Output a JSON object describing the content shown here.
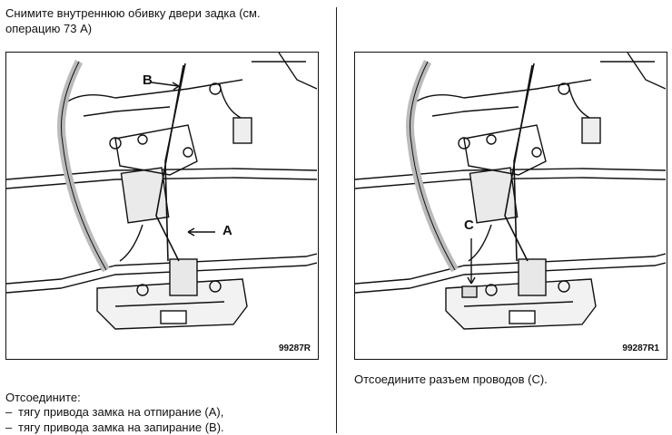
{
  "left": {
    "intro": "Снимите внутреннюю обивку двери задка (см. операцию 73 А)",
    "figure_id": "99287R",
    "callouts": {
      "b": "B",
      "a": "A"
    },
    "disconnect_heading": "Отсоедините:",
    "steps": [
      "тягу привода замка на отпирание (А),",
      "тягу привода замка на запирание (В)."
    ]
  },
  "right": {
    "figure_id": "99287R1",
    "callouts": {
      "c": "C"
    },
    "instruction": "Отсоедините разъем проводов (С)."
  },
  "icons": {
    "left_figure": "tailgate-lock-rod-illustration",
    "right_figure": "tailgate-lock-connector-illustration"
  }
}
